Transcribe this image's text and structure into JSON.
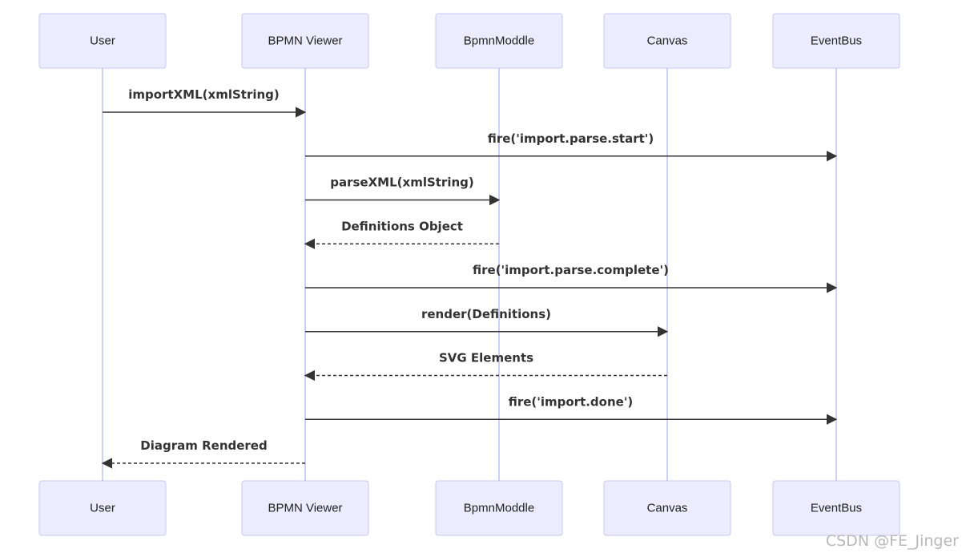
{
  "participants": [
    "User",
    "BPMN Viewer",
    "BpmnModdle",
    "Canvas",
    "EventBus"
  ],
  "messages": [
    {
      "from": 0,
      "to": 1,
      "label": "importXML(xmlString)",
      "style": "solid"
    },
    {
      "from": 1,
      "to": 4,
      "label": "fire('import.parse.start')",
      "style": "solid"
    },
    {
      "from": 1,
      "to": 2,
      "label": "parseXML(xmlString)",
      "style": "solid"
    },
    {
      "from": 2,
      "to": 1,
      "label": "Definitions Object",
      "style": "dashed"
    },
    {
      "from": 1,
      "to": 4,
      "label": "fire('import.parse.complete')",
      "style": "solid"
    },
    {
      "from": 1,
      "to": 3,
      "label": "render(Definitions)",
      "style": "solid"
    },
    {
      "from": 3,
      "to": 1,
      "label": "SVG Elements",
      "style": "dashed"
    },
    {
      "from": 1,
      "to": 4,
      "label": "fire('import.done')",
      "style": "solid"
    },
    {
      "from": 1,
      "to": 0,
      "label": "Diagram Rendered",
      "style": "dashed"
    }
  ],
  "watermark": "CSDN @FE_Jinger"
}
